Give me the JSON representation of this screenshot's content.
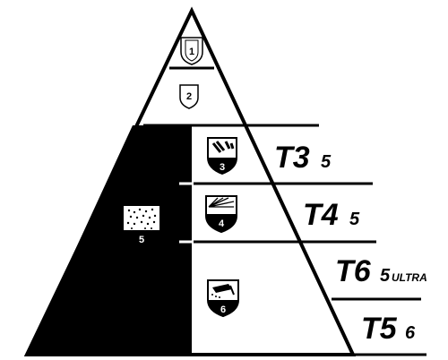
{
  "colors": {
    "ink": "#000000",
    "paper": "#ffffff"
  },
  "shields": [
    {
      "num": "1",
      "icon": "shield-plain-icon"
    },
    {
      "num": "2",
      "icon": "shield-plain-icon"
    },
    {
      "num": "3",
      "icon": "shield-tool-splash-icon"
    },
    {
      "num": "4",
      "icon": "shield-rays-icon"
    },
    {
      "num": "5",
      "icon": "shield-dots-icon"
    },
    {
      "num": "6",
      "icon": "shield-drill-icon"
    }
  ],
  "tiers": [
    {
      "main": "T3",
      "sub": "5",
      "extra": ""
    },
    {
      "main": "T4",
      "sub": "5",
      "extra": ""
    },
    {
      "main": "T6",
      "sub": "5",
      "extra": "ULTRA"
    },
    {
      "main": "T5",
      "sub": "6",
      "extra": ""
    }
  ]
}
